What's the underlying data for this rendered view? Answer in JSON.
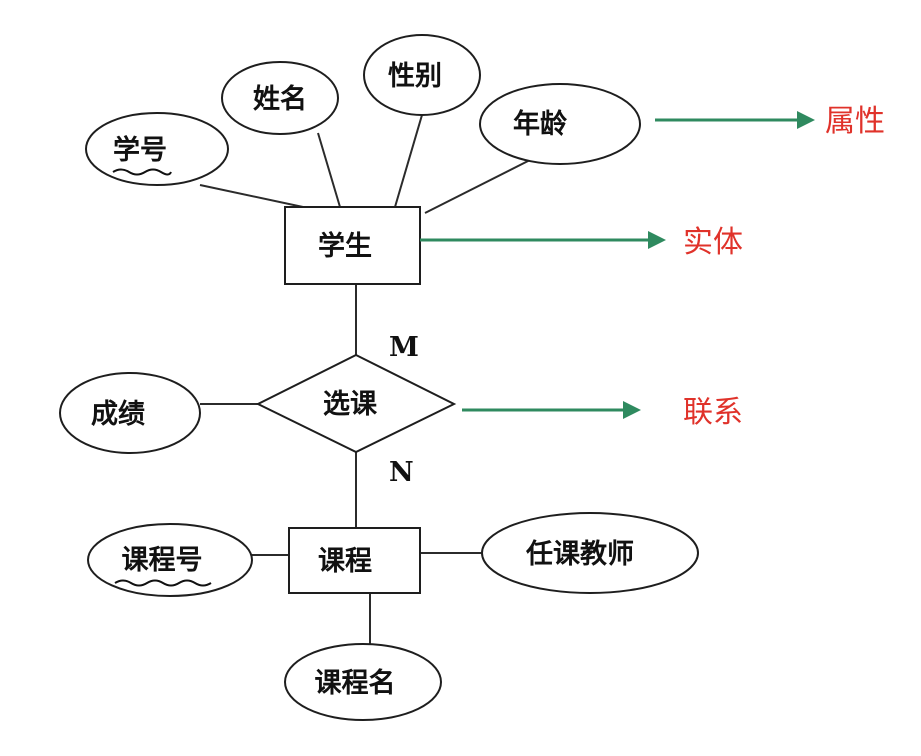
{
  "entities": {
    "student": "学生",
    "course": "课程"
  },
  "relationship": {
    "label": "选课",
    "card_student_side": "M",
    "card_course_side": "N"
  },
  "attributes": {
    "student_id": "学号",
    "student_name": "姓名",
    "student_gender": "性别",
    "student_age": "年龄",
    "grade": "成绩",
    "course_id": "课程号",
    "course_teacher": "任课教师",
    "course_name": "课程名"
  },
  "legend": {
    "attribute": "属性",
    "entity": "实体",
    "relationship": "联系"
  },
  "colors": {
    "arrow": "#2f8a5f",
    "legend_text": "#e0322a"
  }
}
